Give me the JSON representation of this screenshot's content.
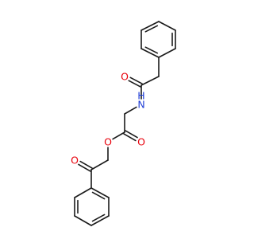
{
  "molecule": {
    "atoms": [
      {
        "id": "top_c1",
        "label": ""
      },
      {
        "id": "top_c2",
        "label": ""
      },
      {
        "id": "top_c3",
        "label": ""
      },
      {
        "id": "top_c4",
        "label": ""
      },
      {
        "id": "top_c5",
        "label": ""
      },
      {
        "id": "top_c6",
        "label": ""
      },
      {
        "id": "ch2_benzyl",
        "label": ""
      },
      {
        "id": "c_amide",
        "label": ""
      },
      {
        "id": "o_amide",
        "label": "O"
      },
      {
        "id": "n_amide",
        "label": "N"
      },
      {
        "id": "h_amide",
        "label": "H"
      },
      {
        "id": "ch2_gly",
        "label": ""
      },
      {
        "id": "c_ester",
        "label": ""
      },
      {
        "id": "o_ester_dbl",
        "label": "O"
      },
      {
        "id": "o_ester",
        "label": "O"
      },
      {
        "id": "ch2_link",
        "label": ""
      },
      {
        "id": "c_ketone",
        "label": ""
      },
      {
        "id": "o_ketone",
        "label": "O"
      },
      {
        "id": "bot_c1",
        "label": ""
      },
      {
        "id": "bot_c2",
        "label": ""
      },
      {
        "id": "bot_c3",
        "label": ""
      },
      {
        "id": "bot_c4",
        "label": ""
      },
      {
        "id": "bot_c5",
        "label": ""
      },
      {
        "id": "bot_c6",
        "label": ""
      }
    ],
    "colors": {
      "bond": "#1a1a1a",
      "carbon": "#1a1a1a",
      "oxygen": "#e8000b",
      "nitrogen": "#1f3dd6",
      "hydrogen": "#1f3dd6"
    }
  }
}
